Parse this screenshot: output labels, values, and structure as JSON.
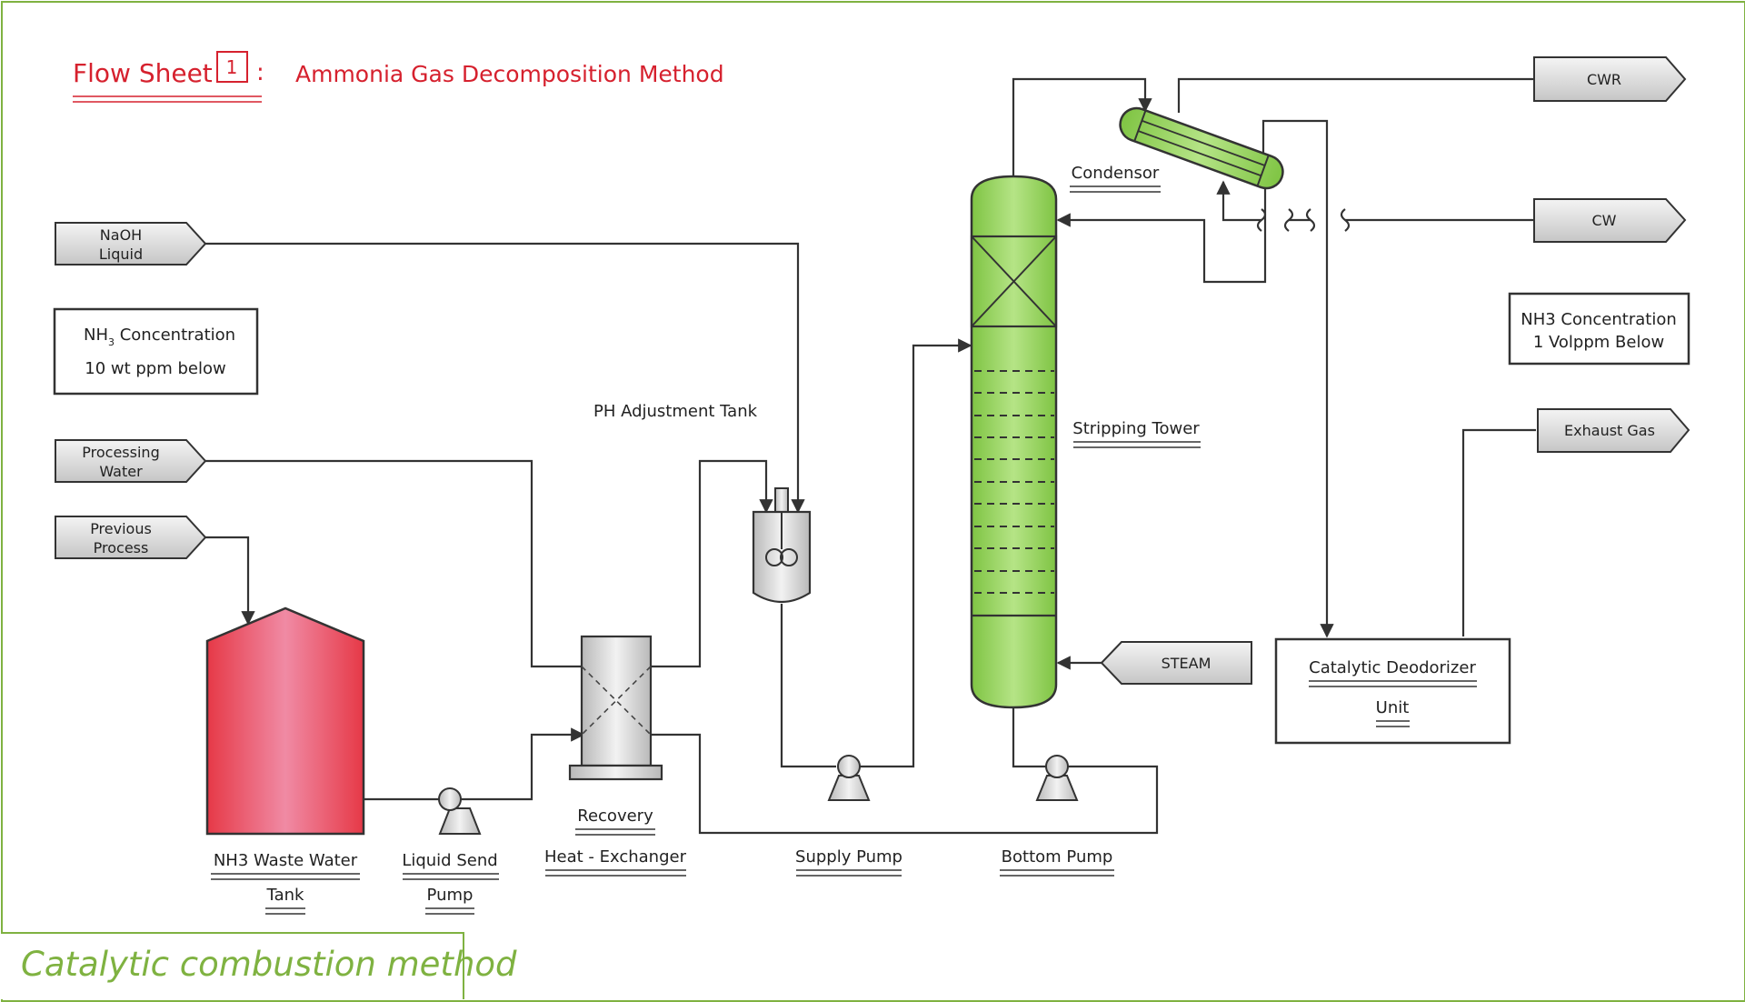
{
  "title": {
    "flow_sheet": "Flow Sheet",
    "sheet_number": "1",
    "colon": ":",
    "method": "Ammonia Gas Decomposition Method"
  },
  "inputs": {
    "naoh_line1": "NaOH",
    "naoh_line2": "Liquid",
    "processing_line1": "Processing",
    "processing_line2": "Water",
    "previous_line1": "Previous",
    "previous_line2": "Process",
    "steam": "STEAM"
  },
  "outputs": {
    "cwr": "CWR",
    "cw": "CW",
    "exhaust": "Exhaust Gas"
  },
  "notes": {
    "nh3_left_prefix": "NH",
    "nh3_left_sub": "3",
    "nh3_left_suffix": " Concentration",
    "nh3_left_line2": "10 wt ppm below",
    "nh3_right_line1": "NH3 Concentration",
    "nh3_right_line2": "1 Volppm Below"
  },
  "equipment": {
    "tank_line1": "NH3 Waste Water",
    "tank_line2": "Tank",
    "send_pump_line1": "Liquid Send",
    "send_pump_line2": "Pump",
    "hx_line1": "Recovery",
    "hx_line2": "Heat - Exchanger",
    "ph_tank": "PH Adjustment Tank",
    "supply_pump": "Supply Pump",
    "bottom_pump": "Bottom Pump",
    "tower": "Stripping Tower",
    "condensor": "Condensor",
    "deodorizer_line1": "Catalytic Deodorizer",
    "deodorizer_line2": "Unit"
  },
  "footer": "Catalytic combustion method",
  "colors": {
    "title_red": "#d6212e",
    "frame_green": "#7fb241",
    "tower_green": "#8fd04f",
    "tank_red": "#e8404f"
  }
}
